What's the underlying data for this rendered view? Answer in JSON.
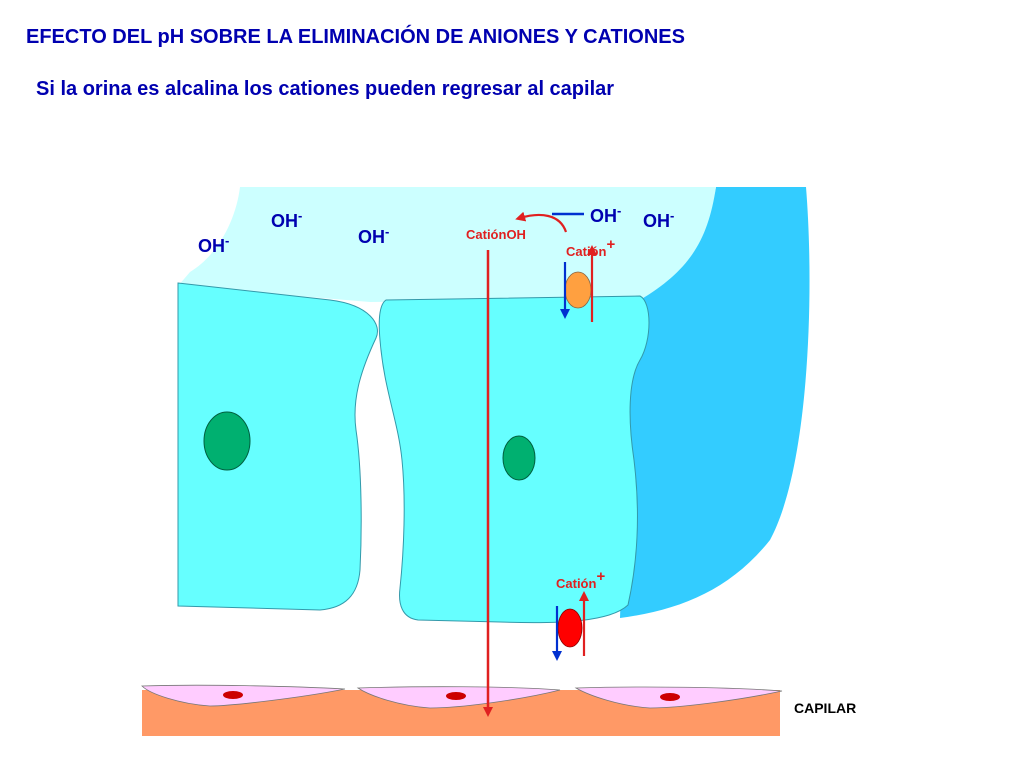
{
  "title": "EFECTO DEL pH SOBRE LA ELIMINACIÓN DE ANIONES Y CATIONES",
  "subtitle": "Si la orina es alcalina los cationes pueden regresar al capilar",
  "oh_base": "OH",
  "oh_charge": "-",
  "cation_base": "Catión",
  "cation_charge": "+",
  "cation_oh": "CatiónOH",
  "capillary_label": "CAPILAR",
  "colors": {
    "text_blue": "#0000b0",
    "lumen": "#ccffff",
    "cell": "#66ffff",
    "cell_border": "#3399aa",
    "wall": "#33ccff",
    "nucleus": "#00b070",
    "capillary": "#ff9966",
    "endothelium": "#ffccff",
    "red_arrow": "#e02020",
    "blue_arrow": "#0030d0",
    "transporter_top": "#ffa040",
    "transporter_bottom": "#ff0000"
  }
}
